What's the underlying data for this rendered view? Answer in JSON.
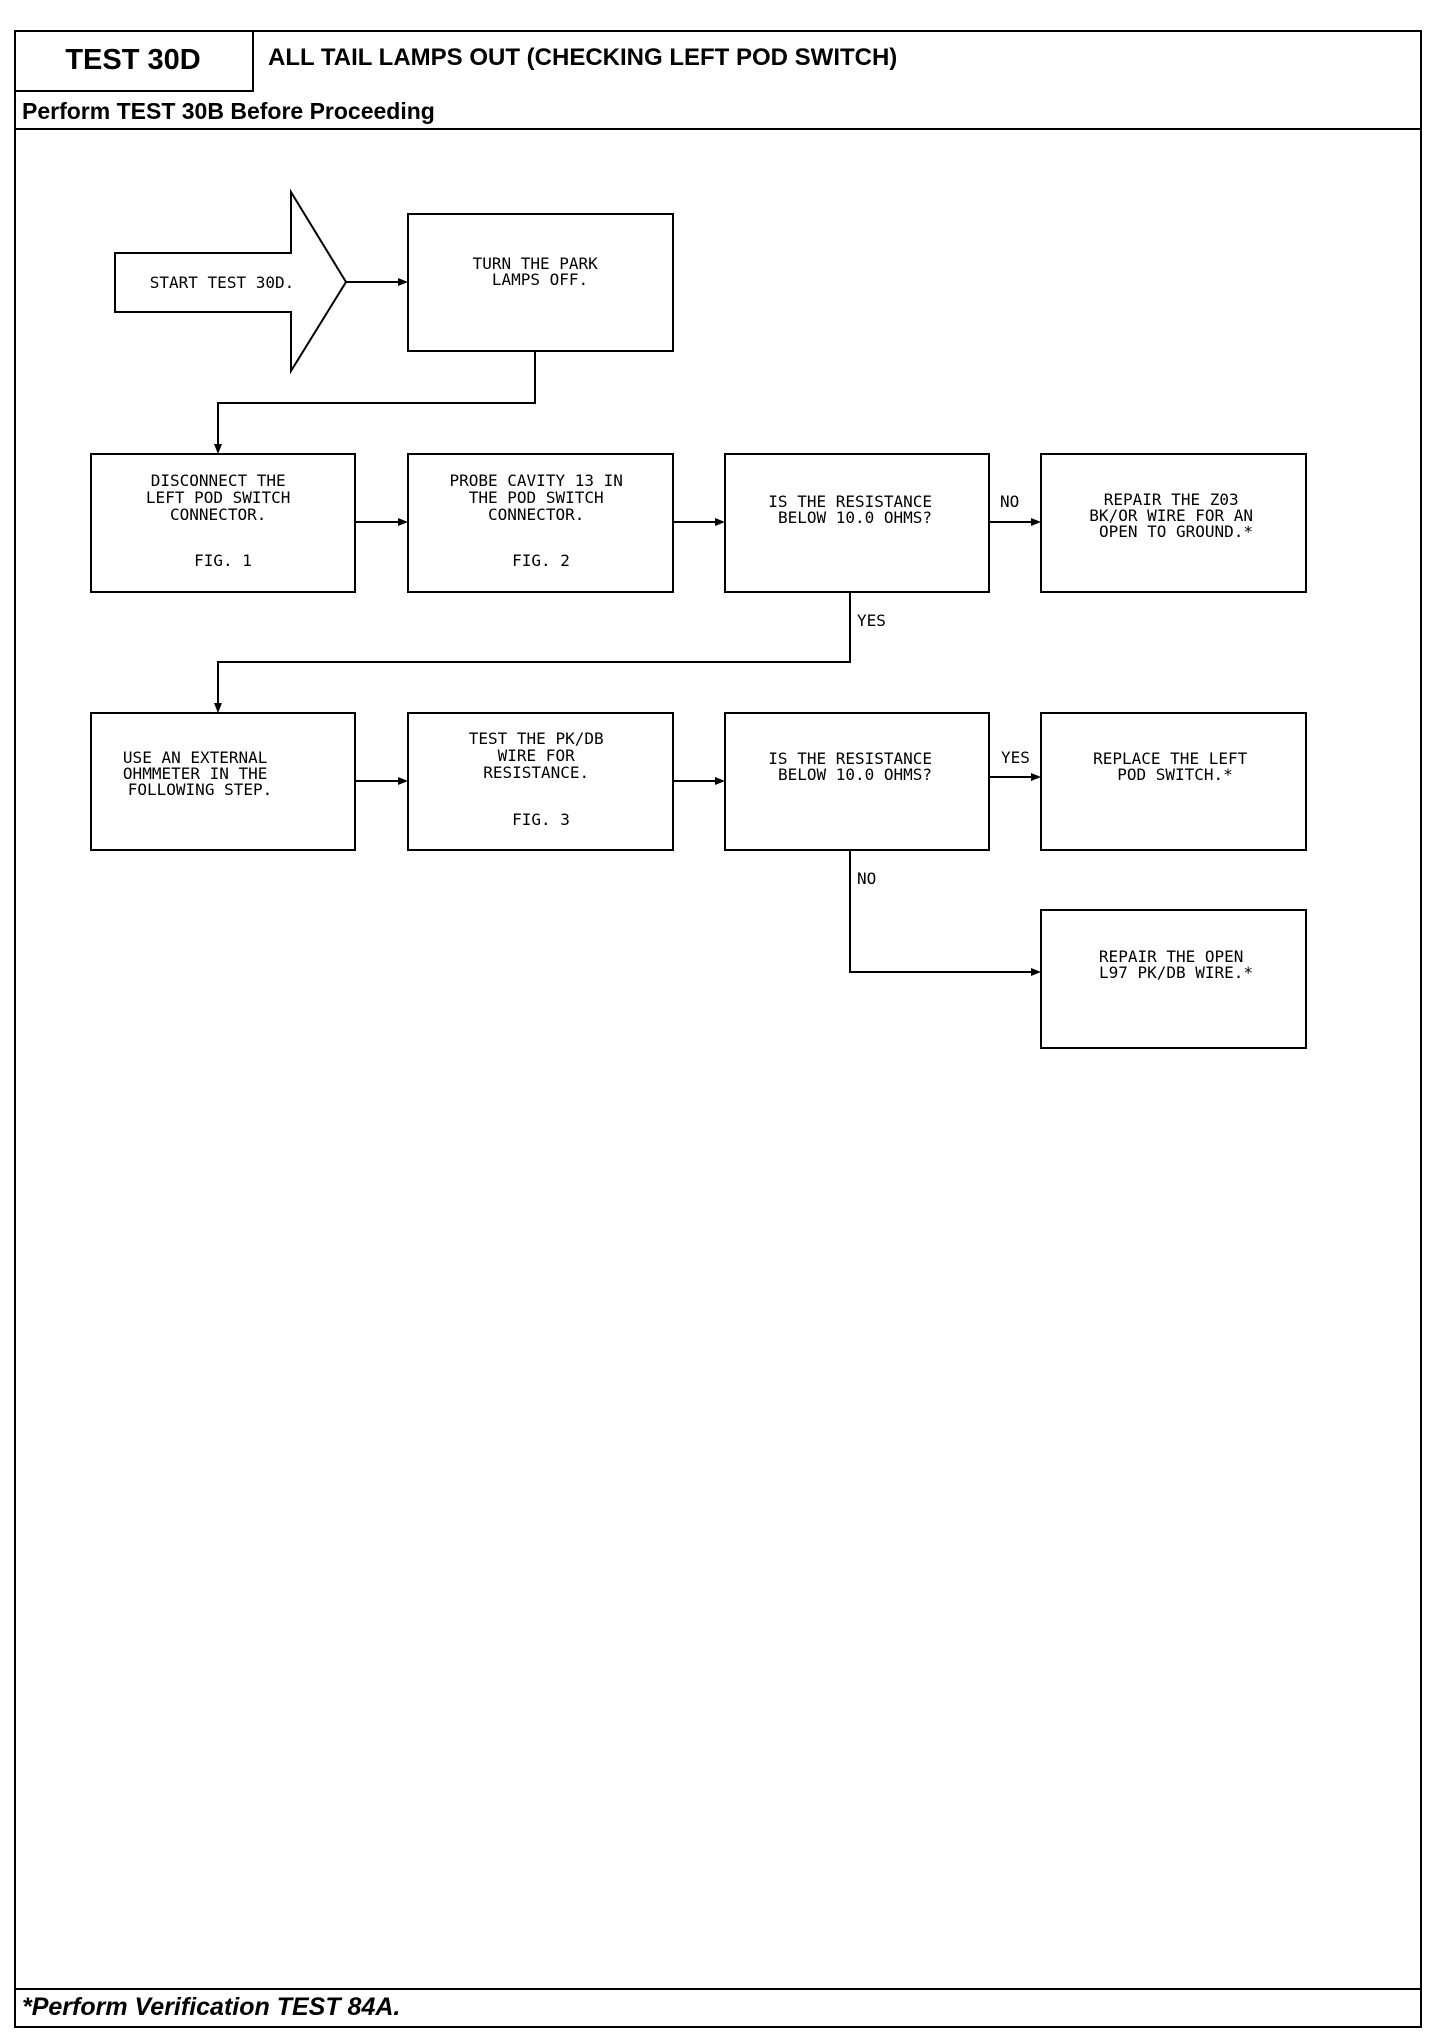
{
  "header": {
    "test_id": "TEST 30D",
    "title": "ALL TAIL LAMPS OUT (CHECKING LEFT POD SWITCH)",
    "prerequisite": "Perform TEST 30B Before Proceeding"
  },
  "footer": {
    "note": "*Perform Verification TEST 84A."
  },
  "flowchart": {
    "nodes": [
      {
        "id": "start",
        "lines": [
          "START TEST 30D."
        ]
      },
      {
        "id": "park-lamps-off",
        "lines": [
          "TURN THE PARK",
          "LAMPS OFF."
        ]
      },
      {
        "id": "disconnect-pod-switch",
        "lines": [
          "DISCONNECT THE",
          "LEFT POD SWITCH",
          "CONNECTOR.",
          "",
          "FIG. 1"
        ]
      },
      {
        "id": "probe-cavity-13",
        "lines": [
          "PROBE CAVITY 13 IN",
          "THE POD SWITCH",
          "CONNECTOR.",
          "",
          "FIG. 2"
        ]
      },
      {
        "id": "resistance-check-1",
        "lines": [
          "IS THE RESISTANCE",
          "BELOW 10.0 OHMS?"
        ]
      },
      {
        "id": "repair-z03",
        "lines": [
          "REPAIR THE Z03",
          "BK/OR WIRE FOR AN",
          "OPEN TO GROUND.*"
        ]
      },
      {
        "id": "external-ohmmeter",
        "lines": [
          "USE AN EXTERNAL",
          "OHMMETER IN THE",
          "FOLLOWING STEP."
        ]
      },
      {
        "id": "test-pk-db-wire",
        "lines": [
          "TEST THE PK/DB",
          "WIRE FOR",
          "RESISTANCE.",
          "",
          "FIG. 3"
        ]
      },
      {
        "id": "resistance-check-2",
        "lines": [
          "IS THE RESISTANCE",
          "BELOW 10.0 OHMS?"
        ]
      },
      {
        "id": "replace-pod-switch",
        "lines": [
          "REPLACE THE LEFT",
          "POD SWITCH.*"
        ]
      },
      {
        "id": "repair-l97",
        "lines": [
          "REPAIR THE OPEN",
          "L97 PK/DB WIRE.*"
        ]
      }
    ],
    "edges": [
      {
        "id": "start-to-park",
        "label": ""
      },
      {
        "id": "park-to-disconnect",
        "label": ""
      },
      {
        "id": "disconnect-to-probe",
        "label": ""
      },
      {
        "id": "probe-to-check1",
        "label": ""
      },
      {
        "id": "check1-no",
        "label": "NO"
      },
      {
        "id": "check1-yes",
        "label": "YES"
      },
      {
        "id": "ohmmeter-to-test",
        "label": ""
      },
      {
        "id": "test-to-check2",
        "label": ""
      },
      {
        "id": "check2-yes",
        "label": "YES"
      },
      {
        "id": "check2-no",
        "label": "NO"
      }
    ]
  }
}
